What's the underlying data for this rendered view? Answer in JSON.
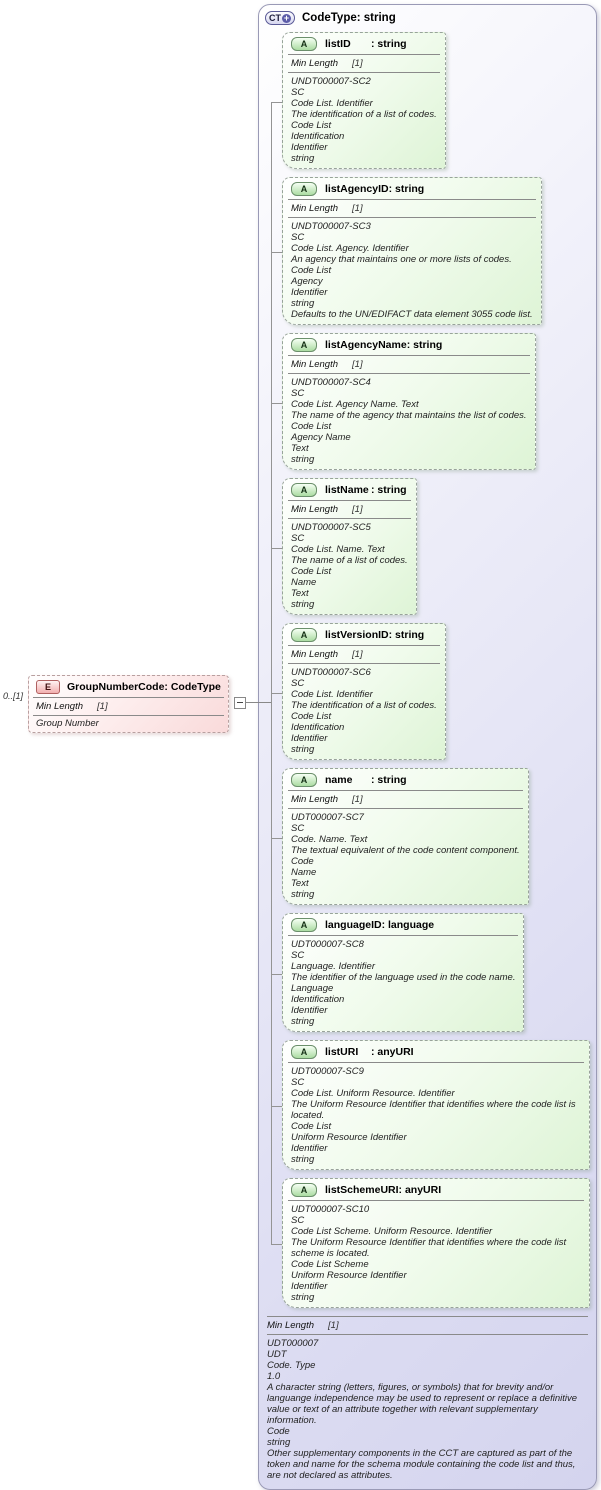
{
  "colors": {
    "container_fill": "#dcdcf2",
    "container_border": "#9a9ab6",
    "attribute_fill": "#e4f7dc",
    "attribute_border": "#98a39a",
    "element_fill": "#f9dada",
    "element_border": "#b8a0a0",
    "badge_attr_fill": "#abdca2",
    "badge_elem_fill": "#f2afaf",
    "badge_type_fill": "#d6d6ef",
    "connector": "#888888"
  },
  "element": {
    "badge": "E",
    "name": "GroupNumberCode",
    "type": "CodeType",
    "multiplicity": "0..[1]",
    "facet": {
      "name": "Min Length",
      "value": "[1]"
    },
    "annotation": "Group Number"
  },
  "complex_type": {
    "badge": "CT",
    "badge_plus": "+",
    "name": "CodeType",
    "type": "string",
    "attributes": [
      {
        "badge": "A",
        "name": "listID",
        "type": "string",
        "facet": {
          "name": "Min Length",
          "value": "[1]"
        },
        "doc": [
          "UNDT000007-SC2",
          "SC",
          "Code List. Identifier",
          "The identification of a list of codes.",
          "Code List",
          "Identification",
          "Identifier",
          "string"
        ]
      },
      {
        "badge": "A",
        "name": "listAgencyID",
        "type": "string",
        "facet": {
          "name": "Min Length",
          "value": "[1]"
        },
        "doc": [
          "UNDT000007-SC3",
          "SC",
          "Code List. Agency. Identifier",
          "An agency that maintains one or more lists of codes.",
          "Code List",
          "Agency",
          "Identifier",
          "string",
          "Defaults to the UN/EDIFACT data element 3055 code list."
        ]
      },
      {
        "badge": "A",
        "name": "listAgencyName",
        "type": "string",
        "facet": {
          "name": "Min Length",
          "value": "[1]"
        },
        "doc": [
          "UNDT000007-SC4",
          "SC",
          "Code List. Agency Name. Text",
          "The name of the agency that maintains the list of codes.",
          "Code List",
          "Agency Name",
          "Text",
          "string"
        ]
      },
      {
        "badge": "A",
        "name": "listName",
        "type": "string",
        "facet": {
          "name": "Min Length",
          "value": "[1]"
        },
        "doc": [
          "UNDT000007-SC5",
          "SC",
          "Code List. Name. Text",
          "The name of a list of codes.",
          "Code List",
          "Name",
          "Text",
          "string"
        ]
      },
      {
        "badge": "A",
        "name": "listVersionID",
        "type": "string",
        "facet": {
          "name": "Min Length",
          "value": "[1]"
        },
        "doc": [
          "UNDT000007-SC6",
          "SC",
          "Code List. Identifier",
          "The identification of a list of codes.",
          "Code List",
          "Identification",
          "Identifier",
          "string"
        ]
      },
      {
        "badge": "A",
        "name": "name",
        "type": "string",
        "facet": {
          "name": "Min Length",
          "value": "[1]"
        },
        "doc": [
          "UDT000007-SC7",
          "SC",
          "Code. Name. Text",
          "The textual equivalent of the code content component.",
          "Code",
          "Name",
          "Text",
          "string"
        ]
      },
      {
        "badge": "A",
        "name": "languageID",
        "type": "language",
        "facet": null,
        "doc": [
          "UDT000007-SC8",
          "SC",
          "Language. Identifier",
          "The identifier of the language used in the code name.",
          "Language",
          "Identification",
          "Identifier",
          "string"
        ]
      },
      {
        "badge": "A",
        "name": "listURI",
        "type": "anyURI",
        "facet": null,
        "doc": [
          "UDT000007-SC9",
          "SC",
          "Code List. Uniform Resource. Identifier",
          "The Uniform Resource Identifier that identifies where the code list is located.",
          "Code List",
          "Uniform Resource Identifier",
          "Identifier",
          "string"
        ]
      },
      {
        "badge": "A",
        "name": "listSchemeURI",
        "type": "anyURI",
        "facet": null,
        "doc": [
          "UDT000007-SC10",
          "SC",
          "Code List Scheme. Uniform Resource. Identifier",
          "The Uniform Resource Identifier that identifies where the code list scheme is located.",
          "Code List Scheme",
          "Uniform Resource Identifier",
          "Identifier",
          "string"
        ]
      }
    ],
    "footer": {
      "facet": {
        "name": "Min Length",
        "value": "[1]"
      },
      "doc": [
        "UDT000007",
        "UDT",
        "Code. Type",
        "1.0",
        "A character string (letters, figures, or symbols) that for brevity and/or languange independence may be used to represent or replace a definitive value or text of an attribute together with relevant supplementary information.",
        "Code",
        "string",
        "Other supplementary components in the CCT are captured as part of the token and name for the schema module containing the code list and thus, are not declared as attributes."
      ]
    }
  }
}
